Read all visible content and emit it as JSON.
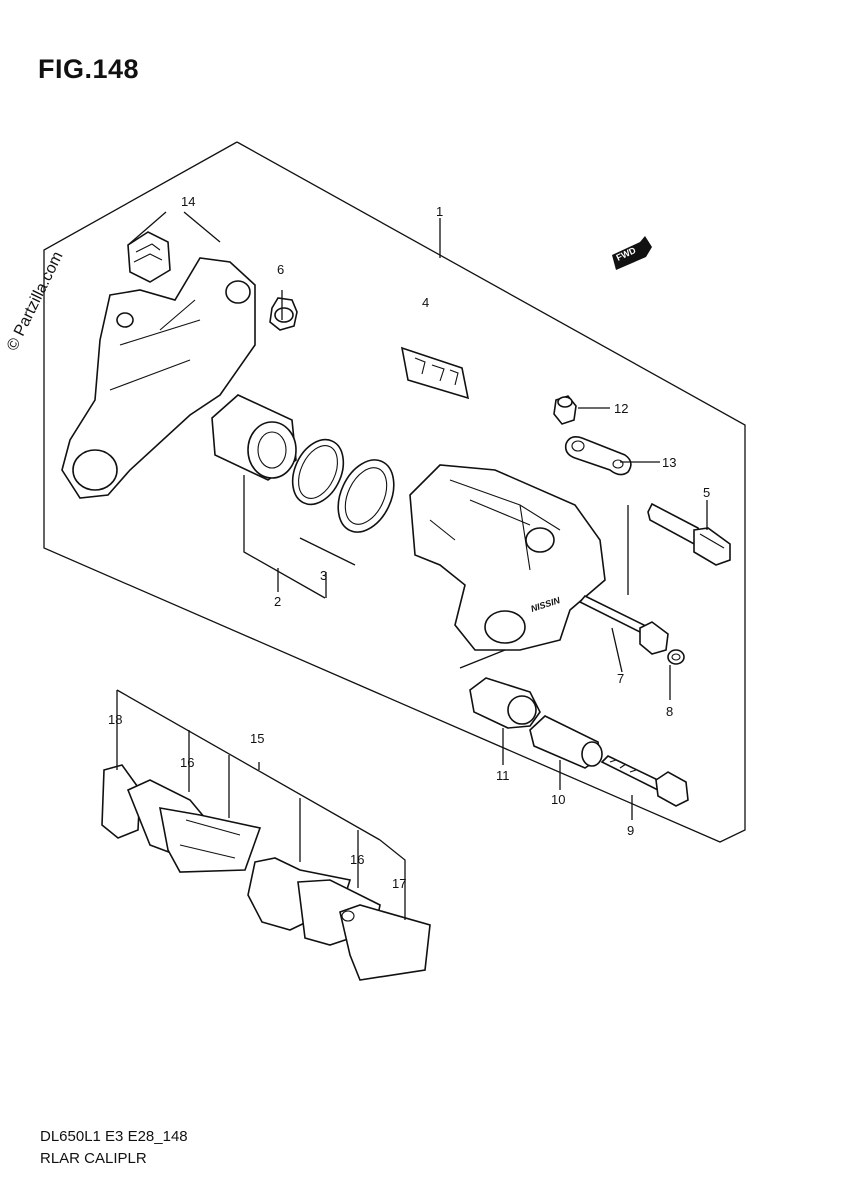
{
  "figure": {
    "title": "FIG.148",
    "code": "DL650L1 E3 E28_148",
    "name": "RLAR CALIPLR",
    "watermark": "© Partzilla.com",
    "fwd_badge": "FWD",
    "caliper_brand": "NISSIN"
  },
  "callouts": [
    {
      "id": "c1",
      "text": "1"
    },
    {
      "id": "c2",
      "text": "2"
    },
    {
      "id": "c3",
      "text": "3"
    },
    {
      "id": "c4",
      "text": "4"
    },
    {
      "id": "c5",
      "text": "5"
    },
    {
      "id": "c6",
      "text": "6"
    },
    {
      "id": "c7",
      "text": "7"
    },
    {
      "id": "c8",
      "text": "8"
    },
    {
      "id": "c9",
      "text": "9"
    },
    {
      "id": "c10",
      "text": "10"
    },
    {
      "id": "c11",
      "text": "11"
    },
    {
      "id": "c12",
      "text": "12"
    },
    {
      "id": "c13",
      "text": "13"
    },
    {
      "id": "c14",
      "text": "14"
    },
    {
      "id": "c15",
      "text": "15"
    },
    {
      "id": "c16a",
      "text": "16"
    },
    {
      "id": "c16b",
      "text": "16"
    },
    {
      "id": "c17",
      "text": "17"
    },
    {
      "id": "c18",
      "text": "18"
    }
  ]
}
